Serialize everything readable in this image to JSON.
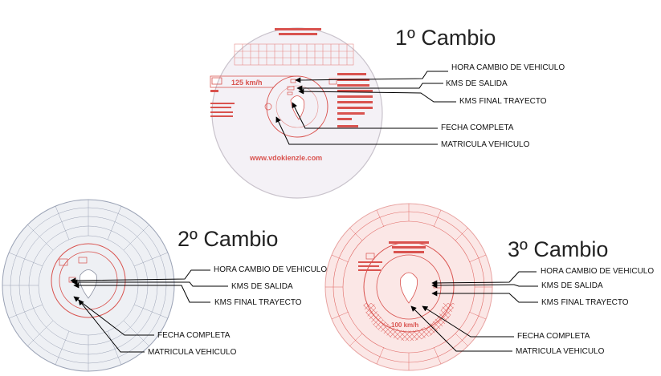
{
  "colors": {
    "disc_red": "#d9534f",
    "disc_red_light": "#f2a5a3",
    "disc1_fill": "#f4f1f6",
    "disc2_fill": "#eef0f4",
    "disc2_line": "#7a84a0",
    "disc3_fill": "#fbe7e6",
    "arrow": "#000000"
  },
  "headings": {
    "cambio1": "1º Cambio",
    "cambio2": "2º Cambio",
    "cambio3": "3º Cambio"
  },
  "disc1": {
    "speed": "125 km/h",
    "website": "www.vdokienzle.com"
  },
  "disc3": {
    "speed": "100 km/h"
  },
  "callouts": {
    "hora_cambio": "HORA CAMBIO DE VEHICULO",
    "kms_salida": "KMS DE SALIDA",
    "kms_final": "KMS FINAL TRAYECTO",
    "fecha": "FECHA COMPLETA",
    "matricula_1": "MATRICULA VEHICULO",
    "matricula_2": "MATRICULA  VEHICULO",
    "matricula_3": "MATRICULA VEHICULO"
  }
}
